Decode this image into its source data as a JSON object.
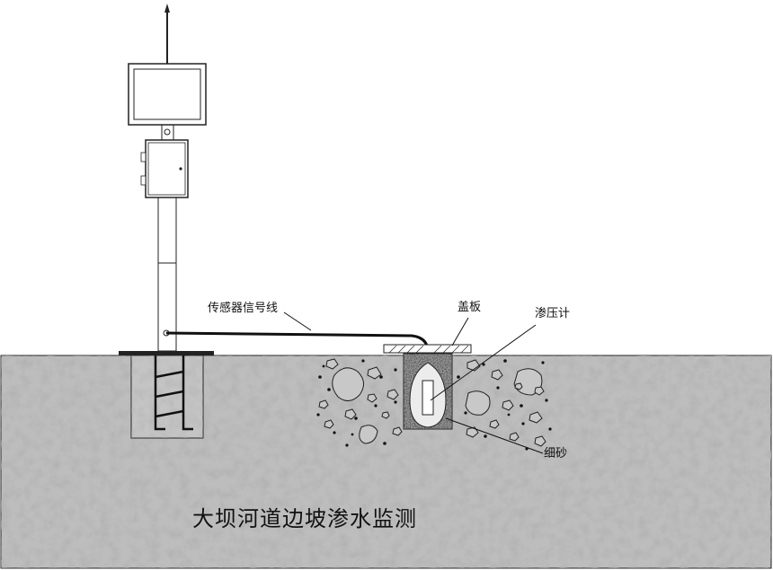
{
  "labels": {
    "sensor_cable": "传感器信号线",
    "cover_plate": "盖板",
    "piezometer": "渗压计",
    "fine_sand": "细砂"
  },
  "title": "大坝河道边坡渗水监测",
  "colors": {
    "ground": "#b9b9b9",
    "ground_dark": "#8f8f8f",
    "sand": "#6a6a6a",
    "line": "#111111",
    "pole": "#ffffff",
    "background": "#ffffff"
  }
}
